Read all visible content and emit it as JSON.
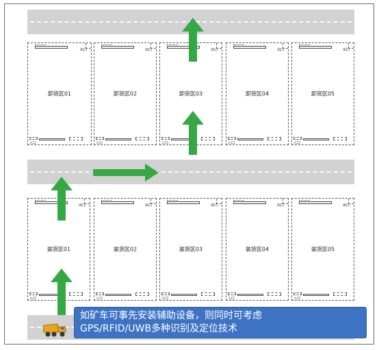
{
  "unload_zones": [
    {
      "label": "卸货区01"
    },
    {
      "label": "卸货区02"
    },
    {
      "label": "卸货区03"
    },
    {
      "label": "卸货区04"
    },
    {
      "label": "卸货区05"
    }
  ],
  "load_zones": [
    {
      "label": "装货区01"
    },
    {
      "label": "装货区02"
    },
    {
      "label": "装货区03"
    },
    {
      "label": "装货区04"
    },
    {
      "label": "装货区05"
    }
  ],
  "zone_marks": {
    "exit": "出口",
    "entry": "入口"
  },
  "callout": {
    "line1": "如矿车可事先安装辅助设备，则同时可考虑",
    "line2": "GPS/RFID/UWB多种识别及定位技术"
  },
  "colors": {
    "arrow": "#35a845",
    "road": "#d2d2d2",
    "callout": "#3e73c4",
    "truck": "#e8a51e"
  },
  "icons": {
    "vehicle": "mining-truck-icon"
  }
}
